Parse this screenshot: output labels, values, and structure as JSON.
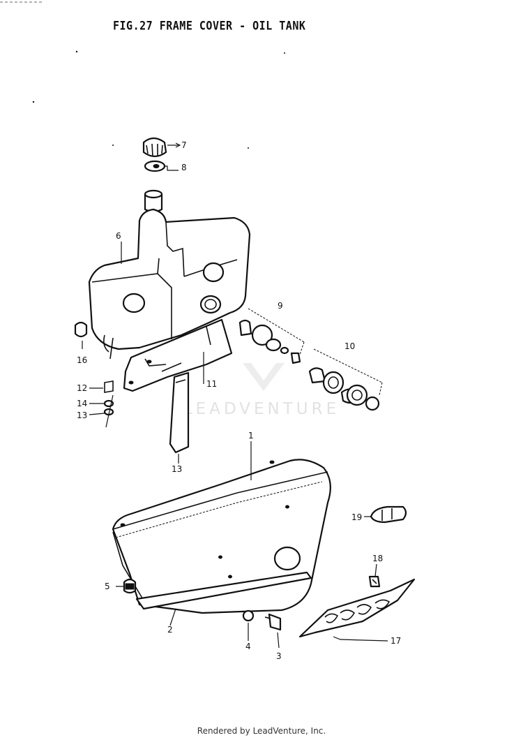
{
  "figure": {
    "title": "FIG.27  FRAME COVER - OIL TANK",
    "watermark": "LEADVENTURE",
    "footer": "Rendered by LeadVenture, Inc."
  },
  "callouts": [
    {
      "key": "1",
      "text": "1"
    },
    {
      "key": "2",
      "text": "2"
    },
    {
      "key": "3",
      "text": "3"
    },
    {
      "key": "4",
      "text": "4"
    },
    {
      "key": "5",
      "text": "5"
    },
    {
      "key": "6",
      "text": "6"
    },
    {
      "key": "7",
      "text": "7"
    },
    {
      "key": "8",
      "text": "8"
    },
    {
      "key": "9",
      "text": "9"
    },
    {
      "key": "10",
      "text": "10"
    },
    {
      "key": "11",
      "text": "11"
    },
    {
      "key": "12",
      "text": "12"
    },
    {
      "key": "13a",
      "text": "13"
    },
    {
      "key": "13b",
      "text": "13"
    },
    {
      "key": "14",
      "text": "14"
    },
    {
      "key": "16",
      "text": "16"
    },
    {
      "key": "17",
      "text": "17"
    },
    {
      "key": "18",
      "text": "18"
    },
    {
      "key": "19",
      "text": "19"
    }
  ],
  "colors": {
    "ink": "#111111",
    "paper": "#ffffff",
    "watermark": "#e2e2e2"
  }
}
